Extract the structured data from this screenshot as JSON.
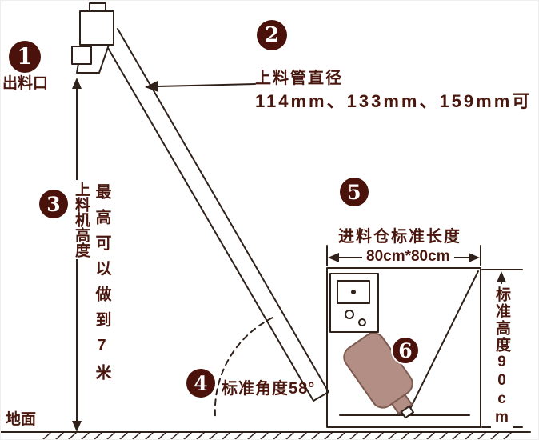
{
  "diagram": {
    "badge1": "1",
    "outlet_label": "出料口",
    "badge2": "2",
    "pipe_title": "上料管直径",
    "pipe_sizes": "114mm、133mm、159mm可",
    "badge3": "3",
    "height_label": "上料机高度",
    "height_note": "最高可以做到7米",
    "badge4": "4",
    "angle_label": "标准角度58°",
    "badge5": "5",
    "hopper_title": "进料仓标准长度",
    "hopper_size": "80cm*80cm",
    "badge6": "6",
    "right_height_label": "标准高度90cm",
    "ground_label": "地面"
  },
  "colors": {
    "badge": "#4a120b",
    "text": "#4a170e",
    "line": "#2f211a",
    "motor": "#b28e84"
  }
}
